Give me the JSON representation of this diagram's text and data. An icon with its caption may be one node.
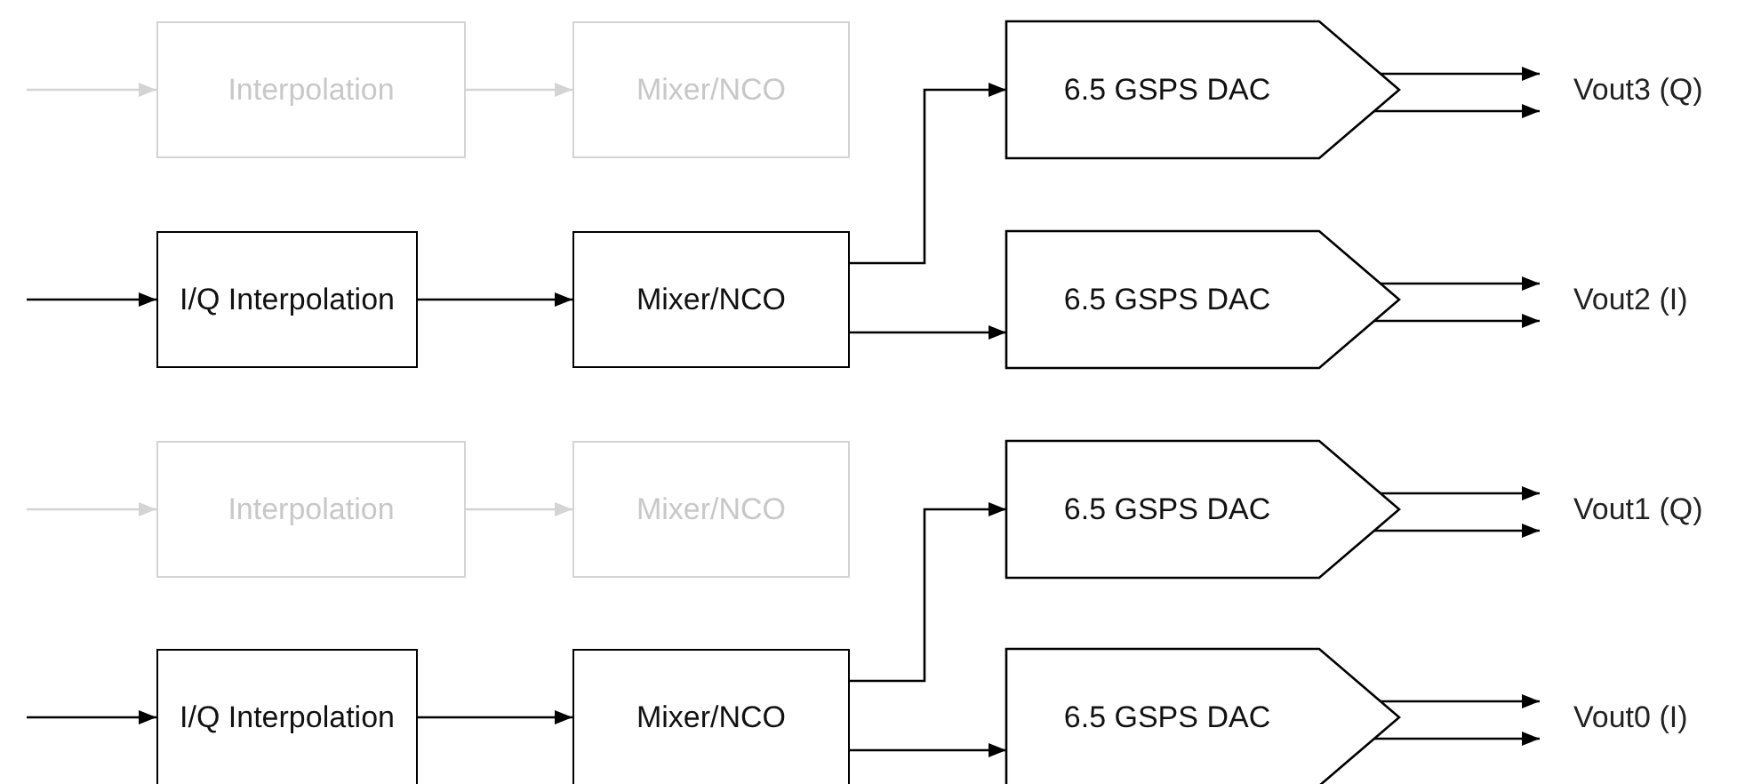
{
  "diagram": {
    "nodes": [
      {
        "text": [
          "Interpolation"
        ]
      },
      {
        "text": [
          "Mixer/NCO"
        ]
      },
      {
        "text": [
          "6.5 GSPS DAC"
        ]
      },
      {
        "text": [
          "Vout3 (Q)"
        ]
      },
      {
        "text": [
          "I/Q Interpolation"
        ]
      },
      {
        "text": [
          "Mixer/NCO"
        ]
      },
      {
        "text": [
          "6.5 GSPS DAC"
        ]
      },
      {
        "text": [
          "Vout2 (I)"
        ]
      },
      {
        "text": [
          "Interpolation"
        ]
      },
      {
        "text": [
          "Mixer/NCO"
        ]
      },
      {
        "text": [
          "6.5 GSPS DAC"
        ]
      },
      {
        "text": [
          "Vout1 (Q)"
        ]
      },
      {
        "text": [
          "I/Q Interpolation"
        ]
      },
      {
        "text": [
          "Mixer/NCO"
        ]
      },
      {
        "text": [
          "6.5 GSPS DAC"
        ]
      },
      {
        "text": [
          "Vout0 (I)"
        ]
      }
    ],
    "edges": [
      {
        "from": null,
        "to": 0,
        "arrow": "to",
        "color": "#d4d4d4"
      },
      {
        "from": 0,
        "to": 1,
        "arrow": "to",
        "color": "#d4d4d4"
      },
      {
        "from": null,
        "to": 4,
        "arrow": "to"
      },
      {
        "from": 4,
        "to": 5,
        "arrow": "to"
      },
      {
        "from": 5,
        "to": 2,
        "arrow": "to"
      },
      {
        "from": 5,
        "to": 6,
        "arrow": "to"
      },
      {
        "from": 2,
        "to": 3,
        "arrow": "to"
      },
      {
        "from": 2,
        "to": 3,
        "arrow": "to"
      },
      {
        "from": 6,
        "to": 7,
        "arrow": "to"
      },
      {
        "from": 6,
        "to": 7,
        "arrow": "to"
      },
      {
        "from": null,
        "to": 8,
        "arrow": "to",
        "color": "#d4d4d4"
      },
      {
        "from": 8,
        "to": 9,
        "arrow": "to",
        "color": "#d4d4d4"
      },
      {
        "from": null,
        "to": 12,
        "arrow": "to"
      },
      {
        "from": 12,
        "to": 13,
        "arrow": "to"
      },
      {
        "from": 13,
        "to": 10,
        "arrow": "to"
      },
      {
        "from": 13,
        "to": 14,
        "arrow": "to"
      },
      {
        "from": 10,
        "to": 11,
        "arrow": "to"
      },
      {
        "from": 10,
        "to": 11,
        "arrow": "to"
      },
      {
        "from": 14,
        "to": 15,
        "arrow": "to"
      },
      {
        "from": 14,
        "to": 15,
        "arrow": "to"
      }
    ]
  }
}
